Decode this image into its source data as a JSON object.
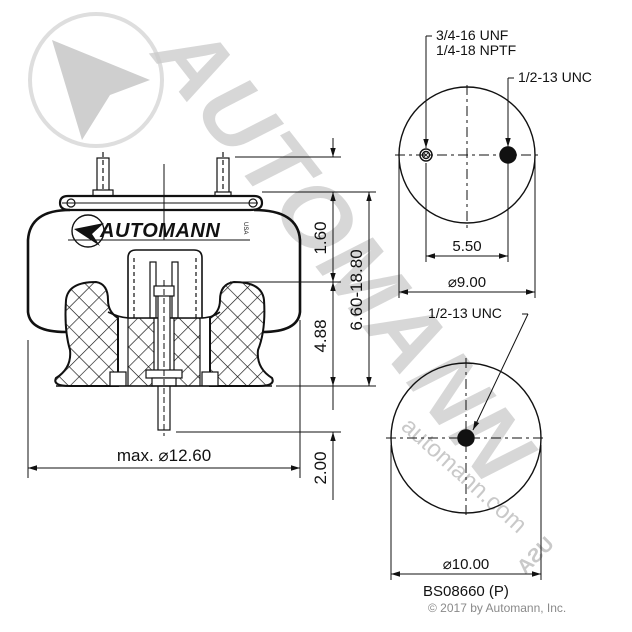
{
  "watermark": {
    "brand": "AUTOMANN",
    "suffix": "USA",
    "url": "automann.com",
    "color": "#c8c8c8"
  },
  "logo": {
    "text": "AUTOMANN",
    "suffix": "USA"
  },
  "top_view": {
    "port_callout_line1": "3/4-16 UNF",
    "port_callout_line2": "1/4-18 NPTF",
    "stud_callout": "1/2-13 UNC",
    "stud_spacing": "5.50",
    "diameter": "⌀9.00"
  },
  "bottom_view": {
    "stud_callout": "1/2-13 UNC",
    "diameter": "⌀10.00"
  },
  "side_view": {
    "max_diameter": "max. ⌀12.60",
    "dim_top_height": "1.60",
    "dim_piston_height": "4.88",
    "dim_stroke_range": "6.60-18.80",
    "dim_stud_length": "2.00"
  },
  "footer": {
    "part_number": "BS08660 (P)",
    "copyright": "© 2017 by Automann, Inc."
  },
  "colors": {
    "line": "#111111",
    "watermark": "#c8c8c8"
  }
}
